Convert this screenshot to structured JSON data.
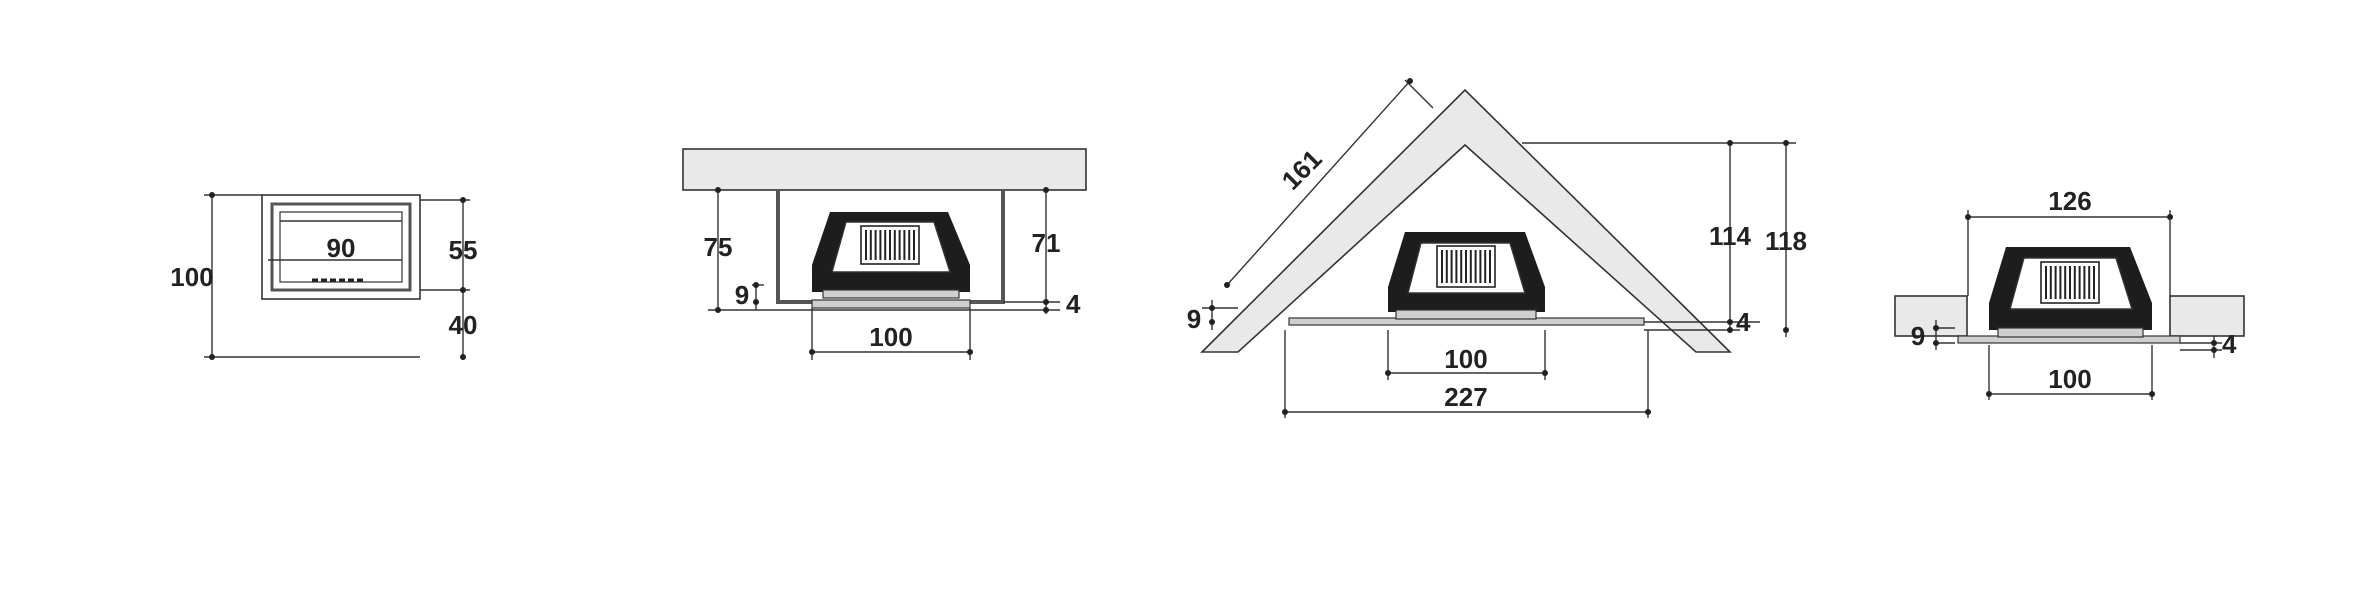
{
  "colors": {
    "line": "#333333",
    "wall_fill": "#e9e9e9",
    "unit": "#1d1d1d",
    "background": "#ffffff"
  },
  "views": {
    "front": {
      "total_height": "100",
      "width": "90",
      "opening_height": "55",
      "base_height": "40"
    },
    "wall": {
      "height_left": "75",
      "height_right": "71",
      "base_offset": "9",
      "plate": "4",
      "width": "100"
    },
    "corner": {
      "side": "161",
      "inner_height": "114",
      "outer_height": "118",
      "base_offset": "9",
      "plate": "4",
      "width": "100",
      "total_width": "227"
    },
    "island": {
      "top_width": "126",
      "base_offset": "9",
      "plate": "4",
      "width": "100"
    }
  }
}
